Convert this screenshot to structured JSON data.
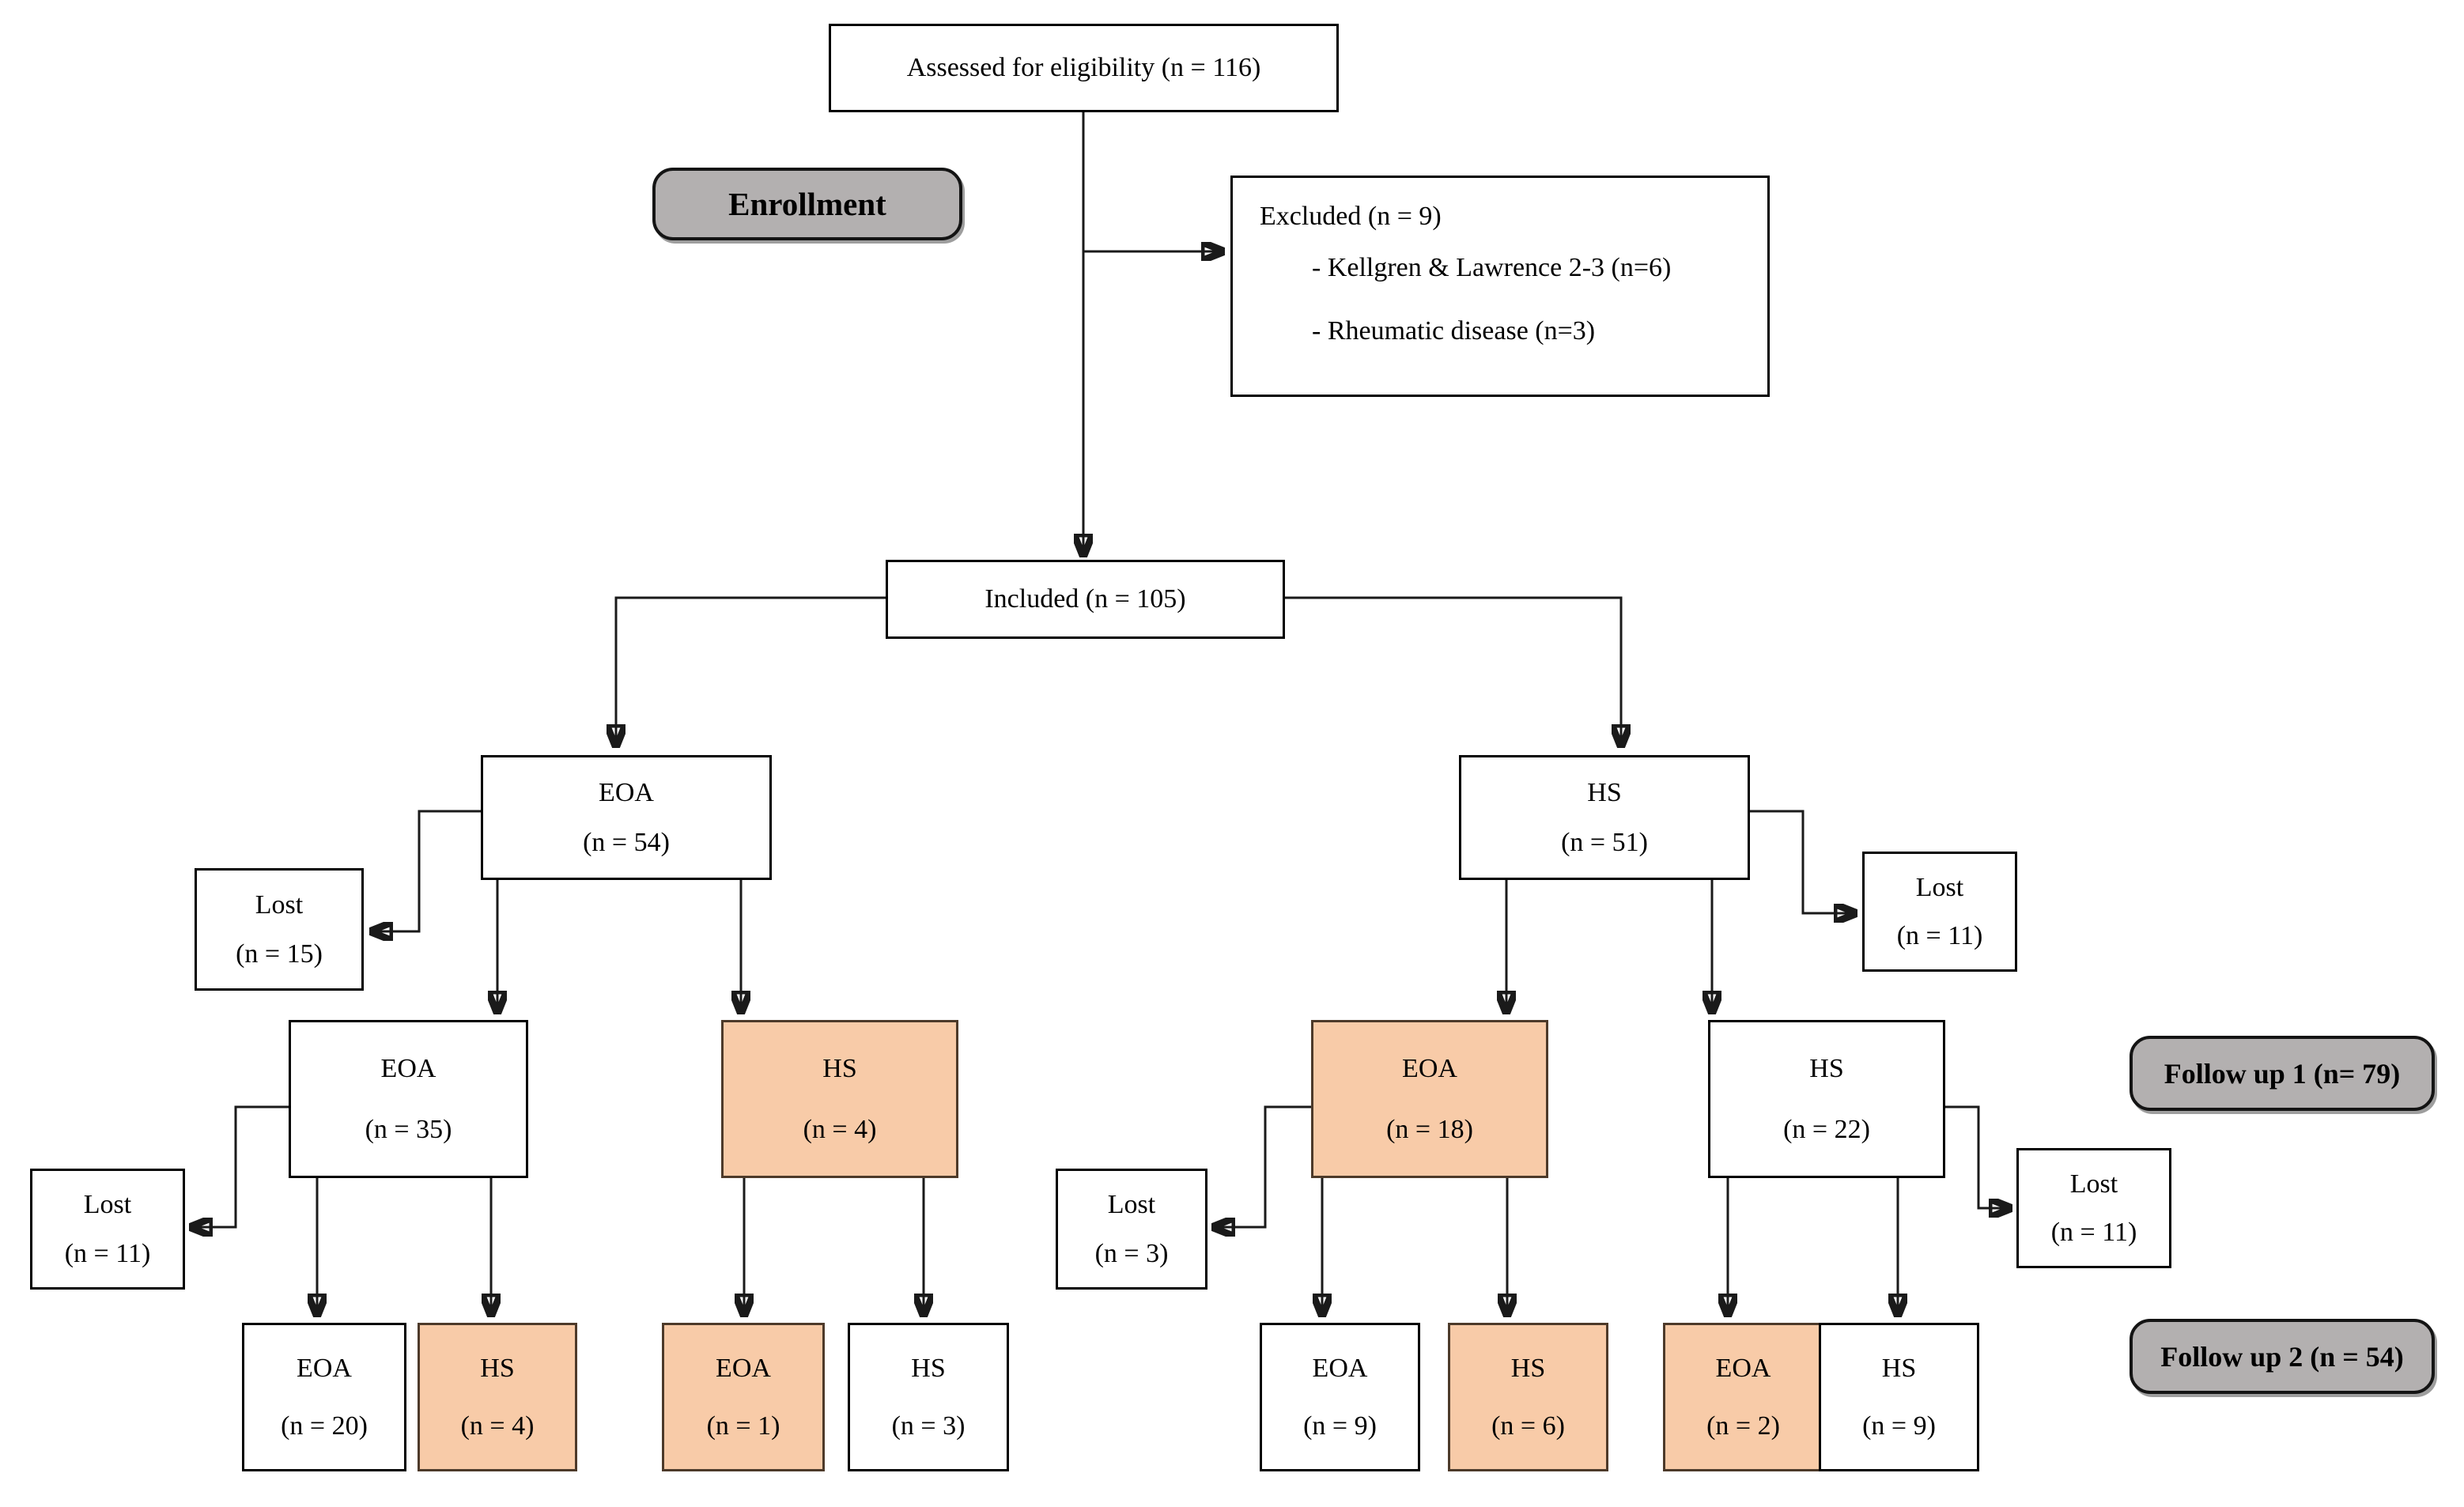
{
  "figure": {
    "assessed": "Assessed for eligibility (n = 116)",
    "enrollment": "Enrollment",
    "excluded": {
      "title": "Excluded (n = 9)",
      "reasons": [
        "- Kellgren & Lawrence 2-3 (n=6)",
        "- Rheumatic disease (n=3)"
      ]
    },
    "included": "Included (n = 105)",
    "followup1": "Follow up 1 (n= 79)",
    "followup2": "Follow up 2 (n = 54)"
  },
  "nodes": {
    "eoa_54": {
      "label": "EOA",
      "count": "(n = 54)"
    },
    "hs_51": {
      "label": "HS",
      "count": "(n = 51)"
    },
    "lost_15": {
      "label": "Lost",
      "count": "(n = 15)"
    },
    "lost_11_right": {
      "label": "Lost",
      "count": "(n = 11)"
    },
    "eoa_35": {
      "label": "EOA",
      "count": "(n = 35)"
    },
    "hs_4_mid": {
      "label": "HS",
      "count": "(n = 4)"
    },
    "eoa_18": {
      "label": "EOA",
      "count": "(n = 18)"
    },
    "hs_22": {
      "label": "HS",
      "count": "(n = 22)"
    },
    "lost_11_left": {
      "label": "Lost",
      "count": "(n = 11)"
    },
    "lost_3": {
      "label": "Lost",
      "count": "(n = 3)"
    },
    "lost_11_right2": {
      "label": "Lost",
      "count": "(n = 11)"
    },
    "eoa_20": {
      "label": "EOA",
      "count": "(n = 20)"
    },
    "hs_4_bottom": {
      "label": "HS",
      "count": "(n = 4)"
    },
    "eoa_1": {
      "label": "EOA",
      "count": "(n = 1)"
    },
    "hs_3": {
      "label": "HS",
      "count": "(n = 3)"
    },
    "eoa_9": {
      "label": "EOA",
      "count": "(n = 9)"
    },
    "hs_6": {
      "label": "HS",
      "count": "(n = 6)"
    },
    "eoa_2": {
      "label": "EOA",
      "count": "(n = 2)"
    },
    "hs_9": {
      "label": "HS",
      "count": "(n = 9)"
    }
  },
  "colors": {
    "highlight_fill": "#F8CBA8",
    "label_pill_fill": "#B3B0B0",
    "line_color": "#1A1A1A"
  }
}
